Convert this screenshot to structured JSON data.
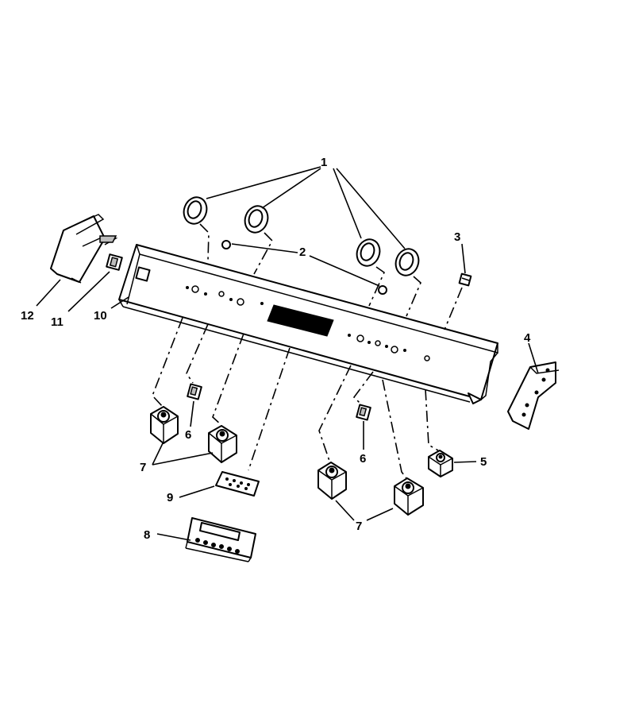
{
  "callouts": {
    "c1": "1",
    "c2": "2",
    "c3": "3",
    "c4": "4",
    "c5": "5",
    "c6a": "6",
    "c6b": "6",
    "c7a": "7",
    "c7b": "7",
    "c8": "8",
    "c9": "9",
    "c10": "10",
    "c11": "11",
    "c12": "12"
  }
}
